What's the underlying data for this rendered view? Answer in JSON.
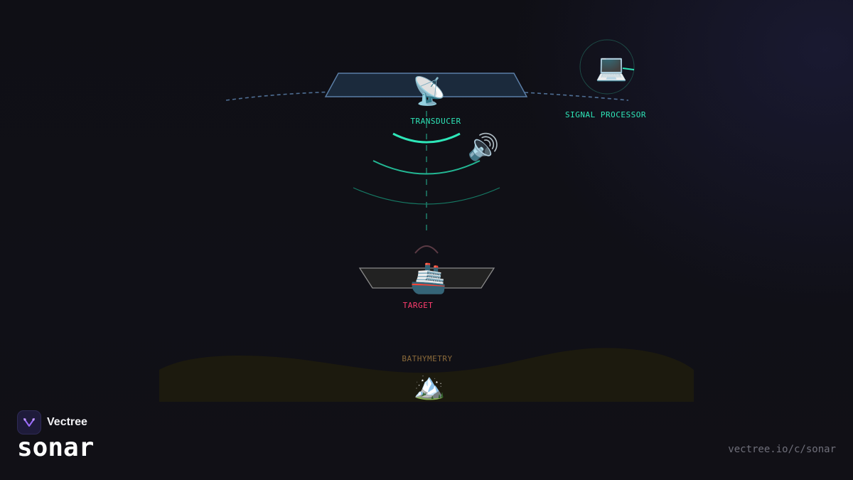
{
  "diagram": {
    "labels": {
      "transducer": "TRANSDUCER",
      "signal_processor": "SIGNAL PROCESSOR",
      "target": "TARGET",
      "bathymetry": "BATHYMETRY"
    },
    "icons": {
      "transducer": "📡",
      "speaker": "🔊",
      "processor": "💻",
      "ship": "🚢",
      "mountain": "🏔️"
    },
    "colors": {
      "accent": "#2ee6b8",
      "target": "#ff3d6e",
      "bathymetry": "#8a6a3a",
      "platform_stroke": "#5b7ea6",
      "seabed": "#1c1a0e"
    }
  },
  "brand": {
    "name": "Vectree",
    "title": "sonar",
    "url": "vectree.io/c/sonar"
  }
}
